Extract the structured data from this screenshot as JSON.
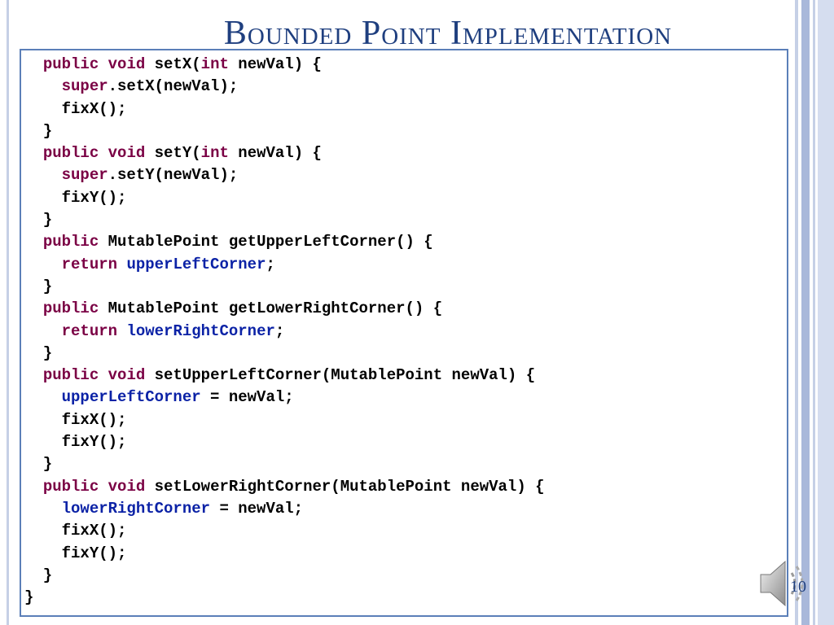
{
  "slide": {
    "title": "Bounded Point Implementation",
    "page_number": "10"
  },
  "code": {
    "indent": "  ",
    "lines": [
      [
        {
          "t": "  "
        },
        {
          "t": "public",
          "c": "kw"
        },
        {
          "t": " "
        },
        {
          "t": "void",
          "c": "kw"
        },
        {
          "t": " setX("
        },
        {
          "t": "int",
          "c": "kw"
        },
        {
          "t": " newVal) {"
        }
      ],
      [
        {
          "t": "    "
        },
        {
          "t": "super",
          "c": "kw"
        },
        {
          "t": ".setX(newVal);"
        }
      ],
      [
        {
          "t": "    fixX();"
        }
      ],
      [
        {
          "t": "  }"
        }
      ],
      [
        {
          "t": "  "
        },
        {
          "t": "public",
          "c": "kw"
        },
        {
          "t": " "
        },
        {
          "t": "void",
          "c": "kw"
        },
        {
          "t": " setY("
        },
        {
          "t": "int",
          "c": "kw"
        },
        {
          "t": " newVal) {"
        }
      ],
      [
        {
          "t": "    "
        },
        {
          "t": "super",
          "c": "kw"
        },
        {
          "t": ".setY(newVal);"
        }
      ],
      [
        {
          "t": "    fixY();"
        }
      ],
      [
        {
          "t": "  }"
        }
      ],
      [
        {
          "t": "  "
        },
        {
          "t": "public",
          "c": "kw"
        },
        {
          "t": " MutablePoint getUpperLeftCorner() {"
        }
      ],
      [
        {
          "t": "    "
        },
        {
          "t": "return",
          "c": "kw"
        },
        {
          "t": " "
        },
        {
          "t": "upperLeftCorner",
          "c": "fld"
        },
        {
          "t": ";"
        }
      ],
      [
        {
          "t": "  }"
        }
      ],
      [
        {
          "t": "  "
        },
        {
          "t": "public",
          "c": "kw"
        },
        {
          "t": " MutablePoint getLowerRightCorner() {"
        }
      ],
      [
        {
          "t": "    "
        },
        {
          "t": "return",
          "c": "kw"
        },
        {
          "t": " "
        },
        {
          "t": "lowerRightCorner",
          "c": "fld"
        },
        {
          "t": ";"
        }
      ],
      [
        {
          "t": "  }"
        }
      ],
      [
        {
          "t": "  "
        },
        {
          "t": "public",
          "c": "kw"
        },
        {
          "t": " "
        },
        {
          "t": "void",
          "c": "kw"
        },
        {
          "t": " setUpperLeftCorner(MutablePoint newVal) {"
        }
      ],
      [
        {
          "t": "    "
        },
        {
          "t": "upperLeftCorner",
          "c": "fld"
        },
        {
          "t": " = newVal;"
        }
      ],
      [
        {
          "t": "    fixX();"
        }
      ],
      [
        {
          "t": "    fixY();"
        }
      ],
      [
        {
          "t": "  }"
        }
      ],
      [
        {
          "t": "  "
        },
        {
          "t": "public",
          "c": "kw"
        },
        {
          "t": " "
        },
        {
          "t": "void",
          "c": "kw"
        },
        {
          "t": " setLowerRightCorner(MutablePoint newVal) {"
        }
      ],
      [
        {
          "t": "    "
        },
        {
          "t": "lowerRightCorner",
          "c": "fld"
        },
        {
          "t": " = newVal;"
        }
      ],
      [
        {
          "t": "    fixX();"
        }
      ],
      [
        {
          "t": "    fixY();"
        }
      ],
      [
        {
          "t": "  }"
        }
      ],
      [
        {
          "t": "}"
        }
      ]
    ]
  },
  "colors": {
    "keyword": "#7a0044",
    "field": "#0b22a6",
    "title": "#1f3f7f",
    "box_border": "#5b7fb8"
  },
  "icons": {
    "speaker": "speaker-icon"
  }
}
